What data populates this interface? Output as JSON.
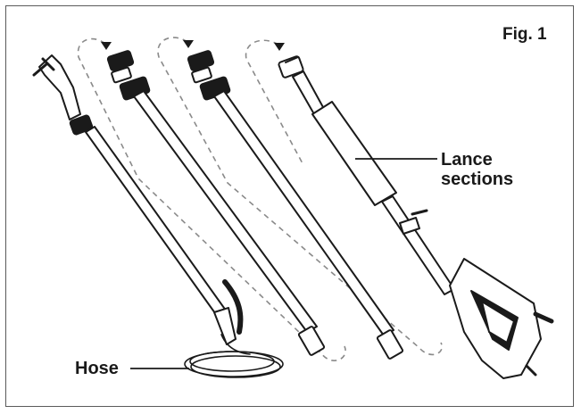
{
  "figure_label": "Fig. 1",
  "callouts": {
    "lance_sections": [
      "Lance",
      "sections"
    ],
    "hose": "Hose"
  },
  "colors": {
    "line": "#1a1a1a",
    "dashed": "#8a8a8a",
    "fill": "#ffffff",
    "frame": "#5a5a5a"
  }
}
